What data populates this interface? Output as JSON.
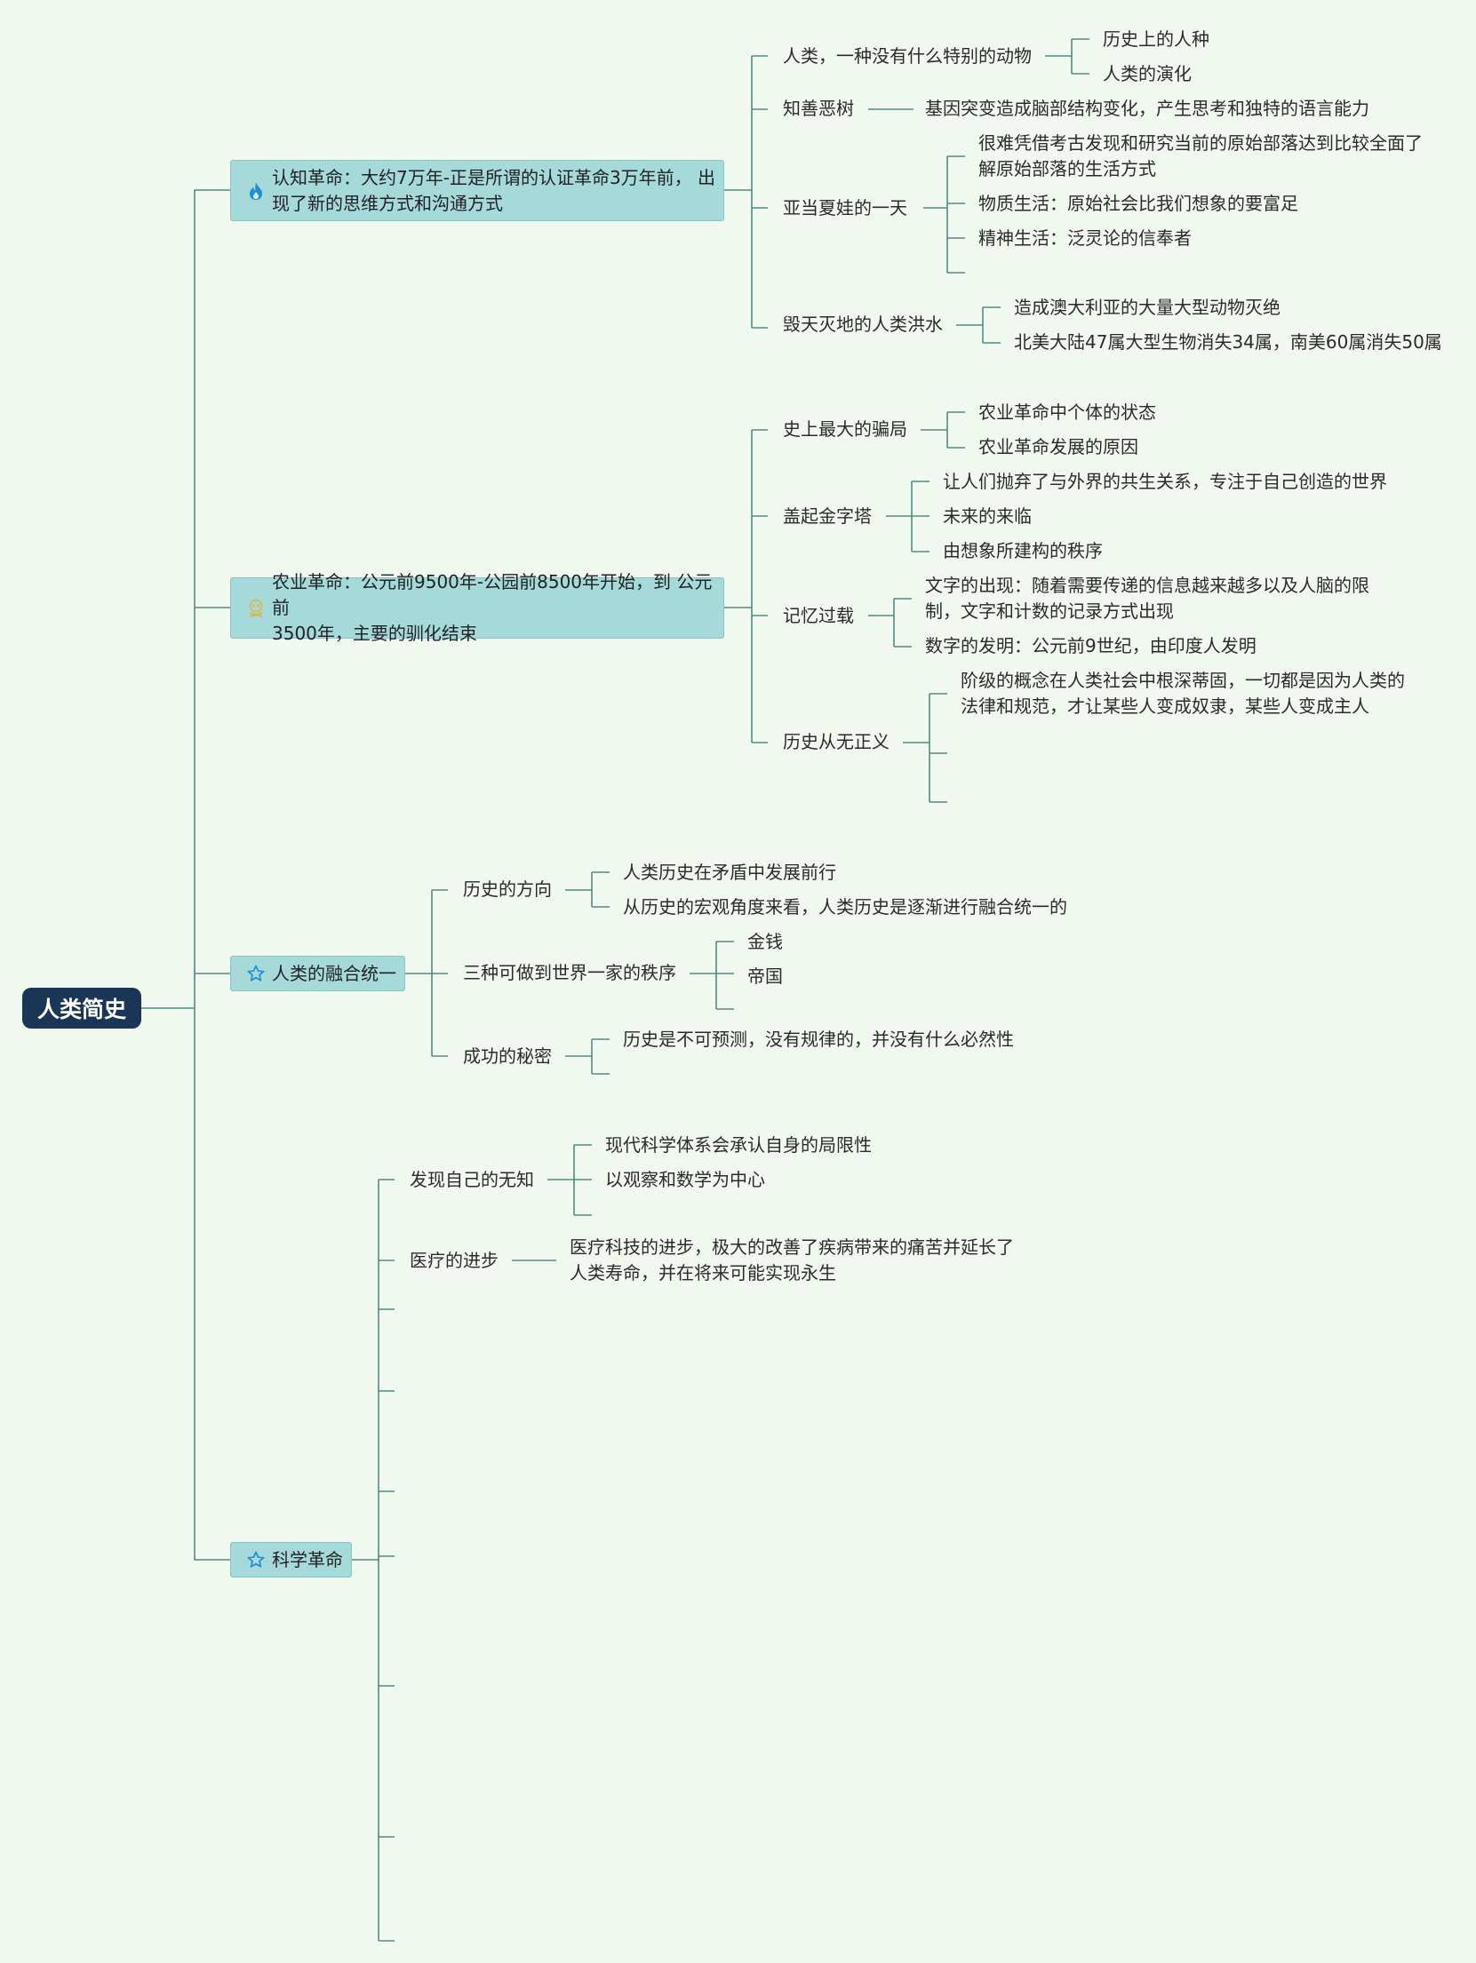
{
  "root": {
    "label": "人类简史"
  },
  "topics": {
    "cognitive": {
      "label": "认知革命：大约7万年-正是所谓的认证革命3万年前， 出\n现了新的思维方式和沟通方式",
      "icon": "flame-icon",
      "children": {
        "animal": {
          "label": "人类，一种没有什么特别的动物",
          "children": [
            "历史上的人种",
            "人类的演化"
          ]
        },
        "tree": {
          "label": "知善恶树",
          "children": [
            "基因突变造成脑部结构变化，产生思考和独特的语言能力"
          ]
        },
        "adam": {
          "label": "亚当夏娃的一天",
          "children": [
            "很难凭借考古发现和研究当前的原始部落达到比较全面了\n解原始部落的生活方式",
            "物质生活：原始社会比我们想象的要富足",
            "精神生活：泛灵论的信奉者"
          ]
        },
        "flood": {
          "label": "毁天灭地的人类洪水",
          "children": [
            "造成澳大利亚的大量大型动物灭绝",
            "北美大陆47属大型生物消失34属，南美60属消失50属"
          ]
        }
      }
    },
    "agri": {
      "label": "农业革命：公元前9500年-公园前8500年开始，到 公元前\n3500年，主要的驯化结束",
      "icon": "skull-icon",
      "children": {
        "scam": {
          "label": "史上最大的骗局",
          "children": [
            "农业革命中个体的状态",
            "农业革命发展的原因"
          ]
        },
        "pyramid": {
          "label": "盖起金字塔",
          "children": [
            "让人们抛弃了与外界的共生关系，专注于自己创造的世界",
            "未来的来临",
            "由想象所建构的秩序"
          ]
        },
        "memory": {
          "label": "记忆过载",
          "children": [
            "文字的出现：随着需要传递的信息越来越多以及人脑的限\n制，文字和计数的记录方式出现",
            "数字的发明：公元前9世纪，由印度人发明"
          ]
        },
        "justice": {
          "label": "历史从无正义",
          "children": [
            "阶级的概念在人类社会中根深蒂固，一切都是因为人类的\n法律和规范，才让某些人变成奴隶，某些人变成主人"
          ]
        }
      }
    },
    "unify": {
      "label": "人类的融合统一",
      "icon": "star-icon",
      "children": {
        "direction": {
          "label": "历史的方向",
          "children": [
            "人类历史在矛盾中发展前行",
            "从历史的宏观角度来看，人类历史是逐渐进行融合统一的"
          ]
        },
        "orders": {
          "label": "三种可做到世界一家的秩序",
          "children": [
            "金钱",
            "帝国"
          ]
        },
        "secret": {
          "label": "成功的秘密",
          "children": [
            "历史是不可预测，没有规律的，并没有什么必然性"
          ]
        }
      }
    },
    "science": {
      "label": "科学革命",
      "icon": "star-icon",
      "children": {
        "ignorance": {
          "label": "发现自己的无知",
          "children": [
            "现代科学体系会承认自身的局限性",
            "以观察和数学为中心"
          ]
        },
        "medical": {
          "label": "医疗的进步",
          "children": [
            "医疗科技的进步，极大的改善了疾病带来的痛苦并延长了\n人类寿命，并在将来可能实现永生"
          ]
        }
      }
    }
  },
  "colors": {
    "line": "#4f8c83",
    "topic_fill": "#a6d9da",
    "root_fill": "#1b3556",
    "background": "#f1f8ef"
  }
}
